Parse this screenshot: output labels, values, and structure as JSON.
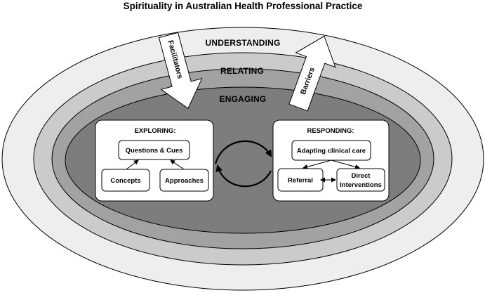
{
  "title": "Spirituality in Australian Health Professional Practice",
  "layers": {
    "outer": "UNDERSTANDING",
    "middle": "RELATING",
    "inner": "ENGAGING"
  },
  "arrows": {
    "inward": "Facilitators",
    "outward": "Barriers"
  },
  "exploring": {
    "title": "EXPLORING:",
    "top": "Questions & Cues",
    "left": "Concepts",
    "right": "Approaches"
  },
  "responding": {
    "title": "RESPONDING:",
    "top": "Adapting clinical care",
    "left": "Referral",
    "right_line1": "Direct",
    "right_line2": "Interventions"
  },
  "colors": {
    "outer": "#eeeeee",
    "middle": "#cbcbcb",
    "inner": "#a2a2a2",
    "core": "#7d7d7d",
    "box": "#ffffff",
    "stroke": "#000000"
  }
}
